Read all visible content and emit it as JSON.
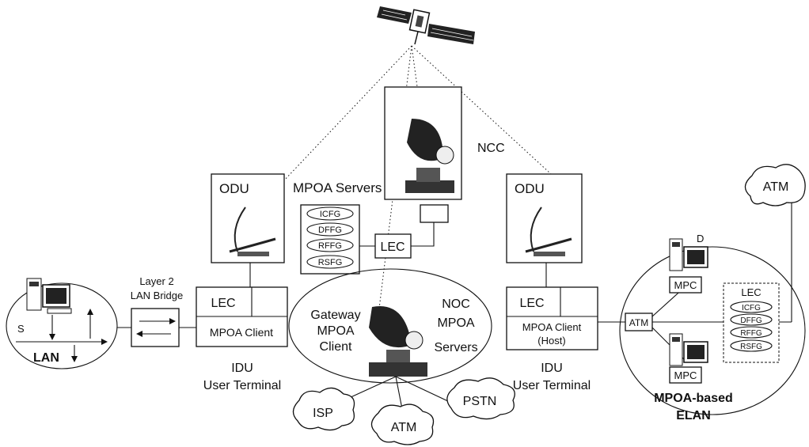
{
  "labels": {
    "ncc": "NCC",
    "mpoa_servers": "MPOA Servers",
    "odu": "ODU",
    "lec": "LEC",
    "mpoa_client": "MPOA Client",
    "mpoa_client_host_1": "MPOA Client",
    "mpoa_client_host_2": "(Host)",
    "idu": "IDU",
    "user_terminal": "User Terminal",
    "bridge_1": "Layer 2",
    "bridge_2": "LAN Bridge",
    "gateway_1": "Gateway",
    "gateway_2": "MPOA",
    "gateway_3": "Client",
    "noc_1": "NOC",
    "noc_2": "MPOA",
    "noc_3": "Servers",
    "lan": "LAN",
    "s": "S",
    "d": "D",
    "atm": "ATM",
    "mpc": "MPC",
    "isp": "ISP",
    "pstn": "PSTN",
    "elan_1": "MPOA-based",
    "elan_2": "ELAN"
  },
  "fg_items": [
    "ICFG",
    "DFFG",
    "RFFG",
    "RSFG"
  ]
}
